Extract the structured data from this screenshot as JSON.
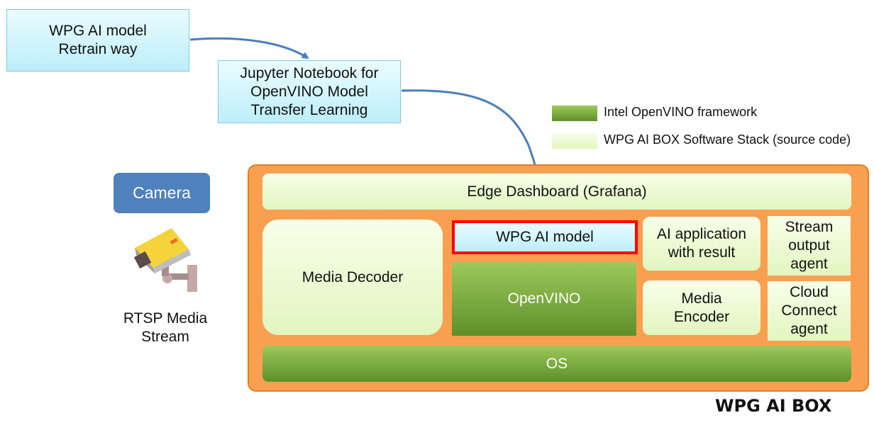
{
  "retrain_box": {
    "label": "WPG AI model\nRetrain way"
  },
  "jupyter_box": {
    "label": "Jupyter Notebook for\nOpenVINO Model\nTransfer Learning"
  },
  "legend": {
    "items": [
      {
        "label": "Intel OpenVINO framework",
        "color": "#7aaa3e"
      },
      {
        "label": "WPG AI BOX Software Stack (source code)",
        "color": "#eaf8d2"
      }
    ]
  },
  "camera": {
    "label": "Camera",
    "stream_label": "RTSP Media\nStream",
    "icon": "security-camera-icon"
  },
  "ai_box": {
    "title": "WPG AI BOX",
    "edge_dashboard": "Edge Dashboard (Grafana)",
    "media_decoder": "Media Decoder",
    "ai_model": "WPG AI model",
    "openvino": "OpenVINO",
    "ai_application": "AI application\nwith result",
    "media_encoder": "Media\nEncoder",
    "stream_agent": "Stream\noutput\nagent",
    "cloud_agent": "Cloud\nConnect\nagent",
    "os": "OS"
  },
  "colors": {
    "box_orange": "#f9a050",
    "box_border": "#e07e24",
    "camera_blue": "#4f81bd",
    "arrow_blue": "#4a7ebb",
    "highlight_red": "#ff0000"
  }
}
